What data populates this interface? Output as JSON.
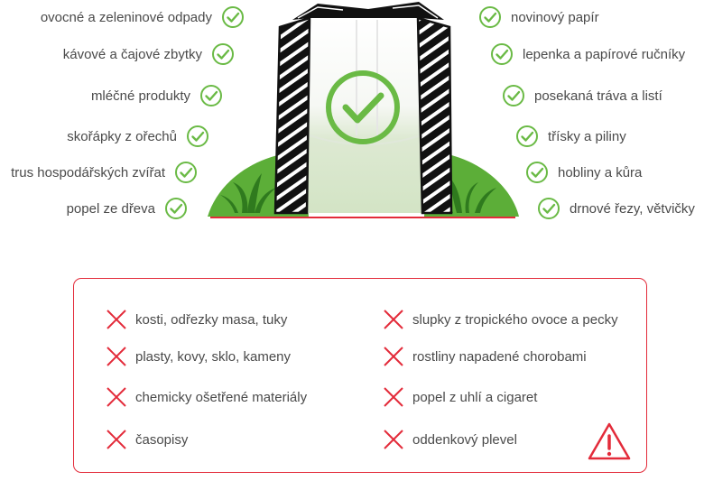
{
  "allowed_left": [
    "ovocné a zeleninové odpady",
    "kávové a čajové zbytky",
    "mléčné produkty",
    "skořápky z ořechů",
    "trus hospodářských zvířat",
    "popel ze dřeva"
  ],
  "allowed_right": [
    "novinový papír",
    "lepenka a papírové ručníky",
    "posekaná tráva a listí",
    "třísky a piliny",
    "hobliny a kůra",
    "drnové řezy, větvičky"
  ],
  "forbidden_left": [
    "kosti, odřezky masa, tuky",
    "plasty, kovy, sklo, kameny",
    "chemicky ošetřené materiály",
    "časopisy"
  ],
  "forbidden_right": [
    "slupky z tropického ovoce a pecky",
    "rostliny napadené chorobami",
    "popel z uhlí a cigaret",
    "oddenkový plevel"
  ],
  "icons": {
    "allowed": "check-circle-icon",
    "forbidden": "cross-icon",
    "warning": "warning-triangle-icon",
    "composter": "composter-bin-illustration"
  },
  "colors": {
    "green": "#6aba45",
    "grass": "#5cae38",
    "red": "#e32b3a",
    "text": "#4a4a4a"
  }
}
